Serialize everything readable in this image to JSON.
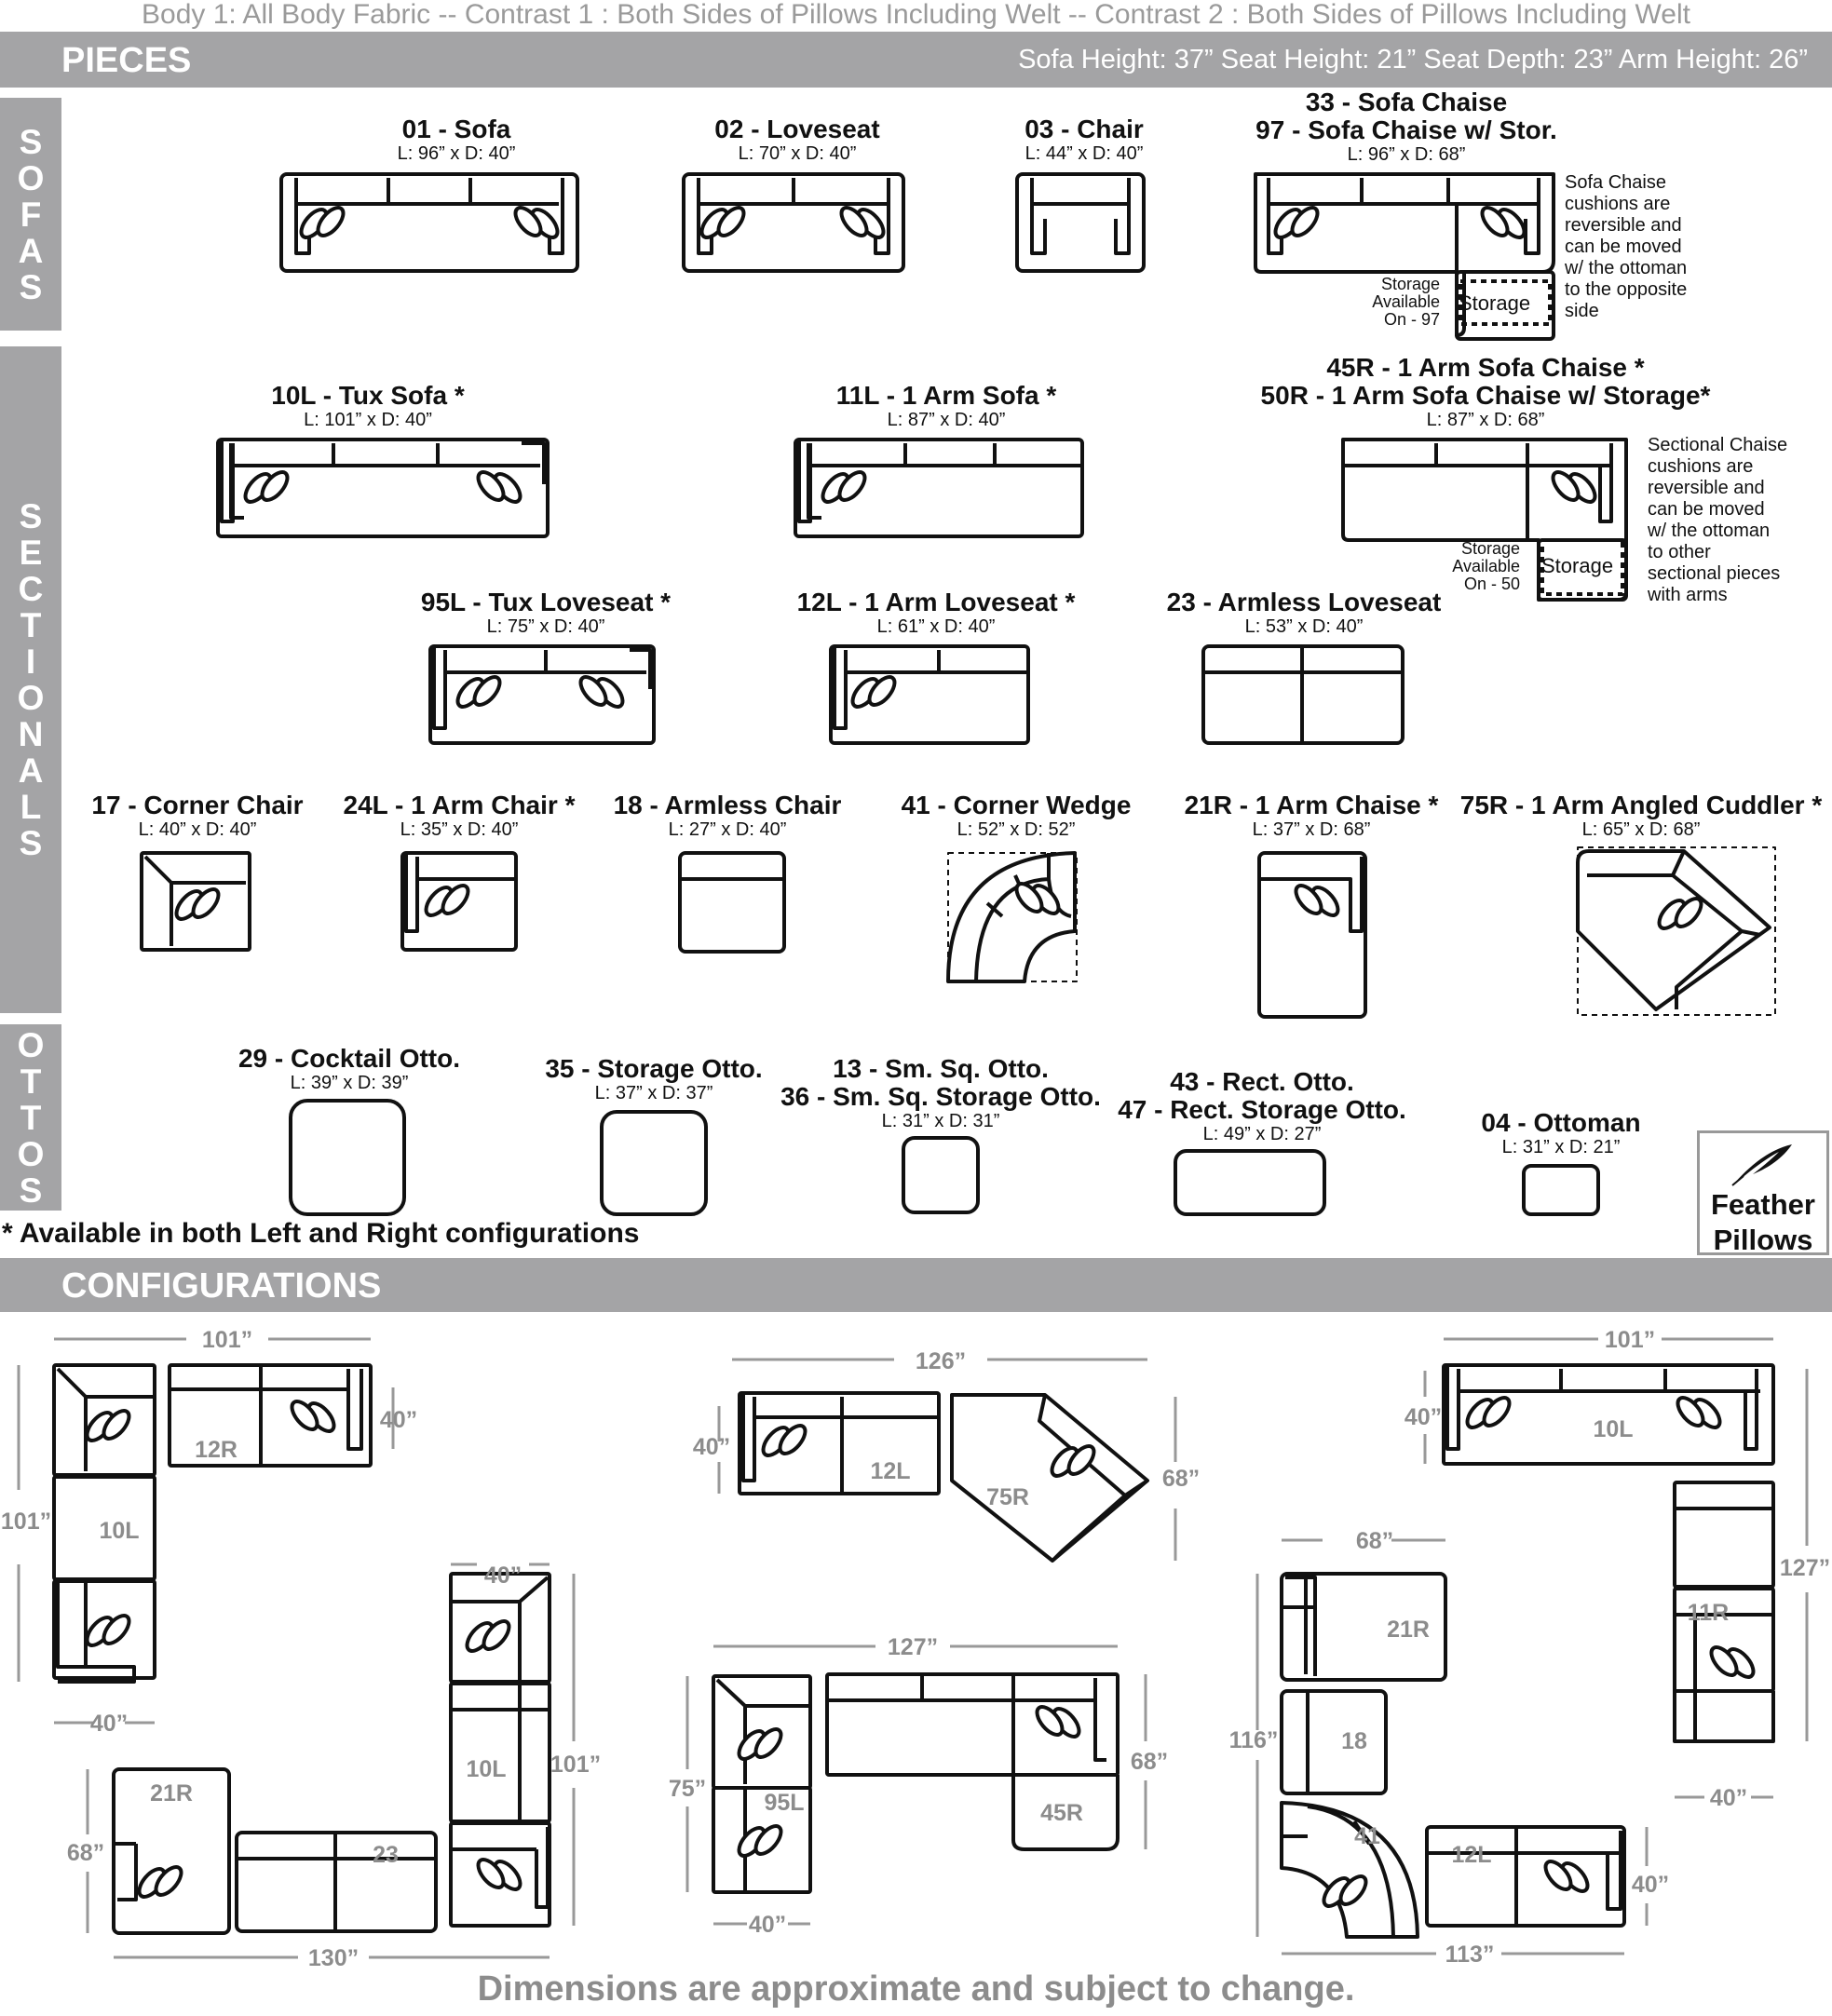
{
  "top_line": "Body 1: All Body Fabric -- Contrast 1 : Both Sides of Pillows Including Welt -- Contrast 2 : Both Sides of Pillows Including Welt",
  "pieces_bar": {
    "title": "PIECES",
    "dims": "Sofa Height: 37”   Seat Height: 21”   Seat Depth: 23”   Arm Height: 26”"
  },
  "sections": {
    "sofas": [
      "S",
      "O",
      "F",
      "A",
      "S"
    ],
    "sectionals": [
      "S",
      "E",
      "C",
      "T",
      "I",
      "O",
      "N",
      "A",
      "L",
      "S"
    ],
    "ottos": [
      "O",
      "T",
      "T",
      "O",
      "S"
    ]
  },
  "pieces": {
    "sofa": {
      "name": "01 - Sofa",
      "dim": "L: 96” x D: 40”"
    },
    "loveseat": {
      "name": "02 - Loveseat",
      "dim": "L: 70” x D: 40”"
    },
    "chair": {
      "name": "03 - Chair",
      "dim": "L: 44” x D: 40”"
    },
    "sofa_chaise": {
      "name": "33 - Sofa Chaise",
      "name2": "97 - Sofa Chaise w/ Stor.",
      "dim": "L: 96” x D: 68”"
    },
    "tux_sofa": {
      "name": "10L - Tux Sofa *",
      "dim": "L: 101” x D: 40”"
    },
    "one_arm_sofa": {
      "name": "11L - 1 Arm Sofa *",
      "dim": "L: 87” x D: 40”"
    },
    "one_arm_sofa_chaise": {
      "name": "45R - 1 Arm Sofa Chaise *",
      "name2": "50R - 1 Arm Sofa Chaise w/ Storage*",
      "dim": "L: 87” x D: 68”"
    },
    "tux_loveseat": {
      "name": "95L - Tux Loveseat *",
      "dim": "L: 75” x D: 40”"
    },
    "one_arm_loveseat": {
      "name": "12L - 1 Arm Loveseat *",
      "dim": "L: 61” x D: 40”"
    },
    "armless_loveseat": {
      "name": "23 - Armless Loveseat",
      "dim": "L: 53” x D: 40”"
    },
    "corner_chair": {
      "name": "17 - Corner Chair",
      "dim": "L: 40” x D: 40”"
    },
    "one_arm_chair": {
      "name": "24L - 1 Arm Chair *",
      "dim": "L: 35” x D: 40”"
    },
    "armless_chair": {
      "name": "18 - Armless Chair",
      "dim": "L: 27” x D: 40”"
    },
    "corner_wedge": {
      "name": "41 - Corner Wedge",
      "dim": "L: 52” x D: 52”"
    },
    "one_arm_chaise": {
      "name": "21R - 1 Arm Chaise *",
      "dim": "L: 37” x D: 68”"
    },
    "cuddler": {
      "name": "75R - 1 Arm Angled Cuddler *",
      "dim": "L: 65” x D: 68”"
    },
    "cocktail_otto": {
      "name": "29 - Cocktail Otto.",
      "dim": "L: 39” x D: 39”"
    },
    "storage_otto": {
      "name": "35 - Storage Otto.",
      "dim": "L: 37” x D: 37”"
    },
    "sm_sq_otto": {
      "name": "13 - Sm. Sq. Otto.",
      "name2": "36 - Sm. Sq. Storage Otto.",
      "dim": "L: 31” x D: 31”"
    },
    "rect_otto": {
      "name": "43 - Rect. Otto.",
      "name2": "47 - Rect. Storage Otto.",
      "dim": "L: 49” x D: 27”"
    },
    "ottoman": {
      "name": "04 - Ottoman",
      "dim": "L: 31” x D: 21”"
    }
  },
  "notes": {
    "sofa_chaise": [
      "Sofa Chaise",
      "cushions are",
      "reversible and",
      "can be moved",
      "w/ the ottoman",
      "to the opposite",
      "side"
    ],
    "sectional_chaise": [
      "Sectional Chaise",
      "cushions are",
      "reversible and",
      "can be moved",
      "w/ the ottoman",
      "to other",
      "sectional pieces",
      "with arms"
    ],
    "storage_label": "Storage",
    "storage_available_97": [
      "Storage",
      "Available",
      "On - 97"
    ],
    "storage_available_50": [
      "Storage",
      "Available",
      "On - 50"
    ]
  },
  "available_note": "* Available in both Left and Right configurations",
  "feather": [
    "Feather",
    "Pillows"
  ],
  "config_bar": {
    "title": "CONFIGURATIONS"
  },
  "configs": {
    "c1": {
      "top": "101”",
      "right": "40”",
      "left": "101”",
      "bottom": "40”",
      "labels": [
        "12R",
        "10L"
      ]
    },
    "c2": {
      "top": "126”",
      "left": "40”",
      "right": "68”",
      "labels": [
        "12L",
        "75R"
      ]
    },
    "c3": {
      "top": "101”",
      "left": "40”",
      "right": "127”",
      "bottom": "40”",
      "labels": [
        "10L",
        "11R"
      ]
    },
    "c4": {
      "top": "40”",
      "right": "101”",
      "left": "68”",
      "bottom": "130”",
      "labels": [
        "10L",
        "21R",
        "23"
      ]
    },
    "c5": {
      "top": "127”",
      "left": "75”",
      "right": "68”",
      "bottom": "40”",
      "labels": [
        "95L",
        "45R"
      ]
    },
    "c6": {
      "top": "68”",
      "left": "116”",
      "right": "40”",
      "bottom": "113”",
      "labels": [
        "21R",
        "18",
        "41",
        "12L"
      ]
    }
  },
  "footer": "Dimensions are approximate and subject to change."
}
